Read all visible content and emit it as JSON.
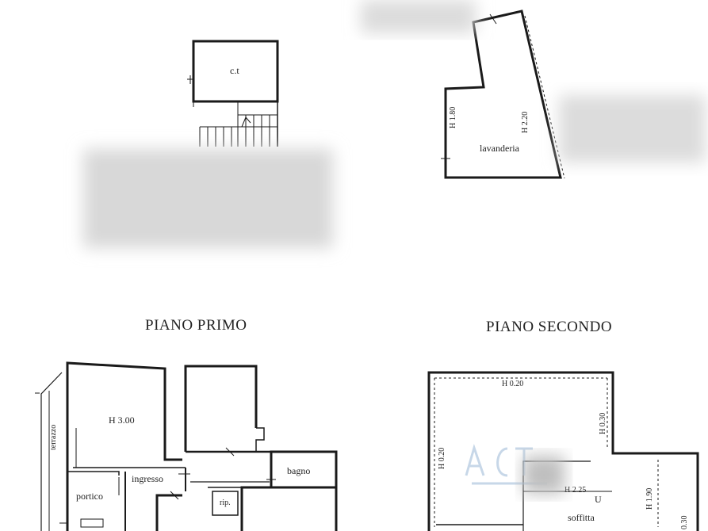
{
  "titles": {
    "primo": "PIANO PRIMO",
    "secondo": "PIANO SECONDO"
  },
  "rooms": {
    "ct": "c.t",
    "lavanderia": "lavanderia",
    "h180": "H 1.80",
    "h220": "H 2.20",
    "h300": "H 3.00",
    "terrazzo": "terrazzo",
    "ingresso": "ingresso",
    "portico": "portico",
    "bagno": "bagno",
    "rip": "rip.",
    "h020_top": "H 0.20",
    "h020_left": "H 0.20",
    "h030_right": "H 0.30",
    "h225": "H 2.25",
    "h190": "H 1.90",
    "h030_bottom": "0.30",
    "soffitta": "soffitta",
    "soffitta_u": "U"
  },
  "colors": {
    "wall": "#1a1a1a",
    "paper": "#ffffff",
    "watermark": "#9bb8d6"
  }
}
